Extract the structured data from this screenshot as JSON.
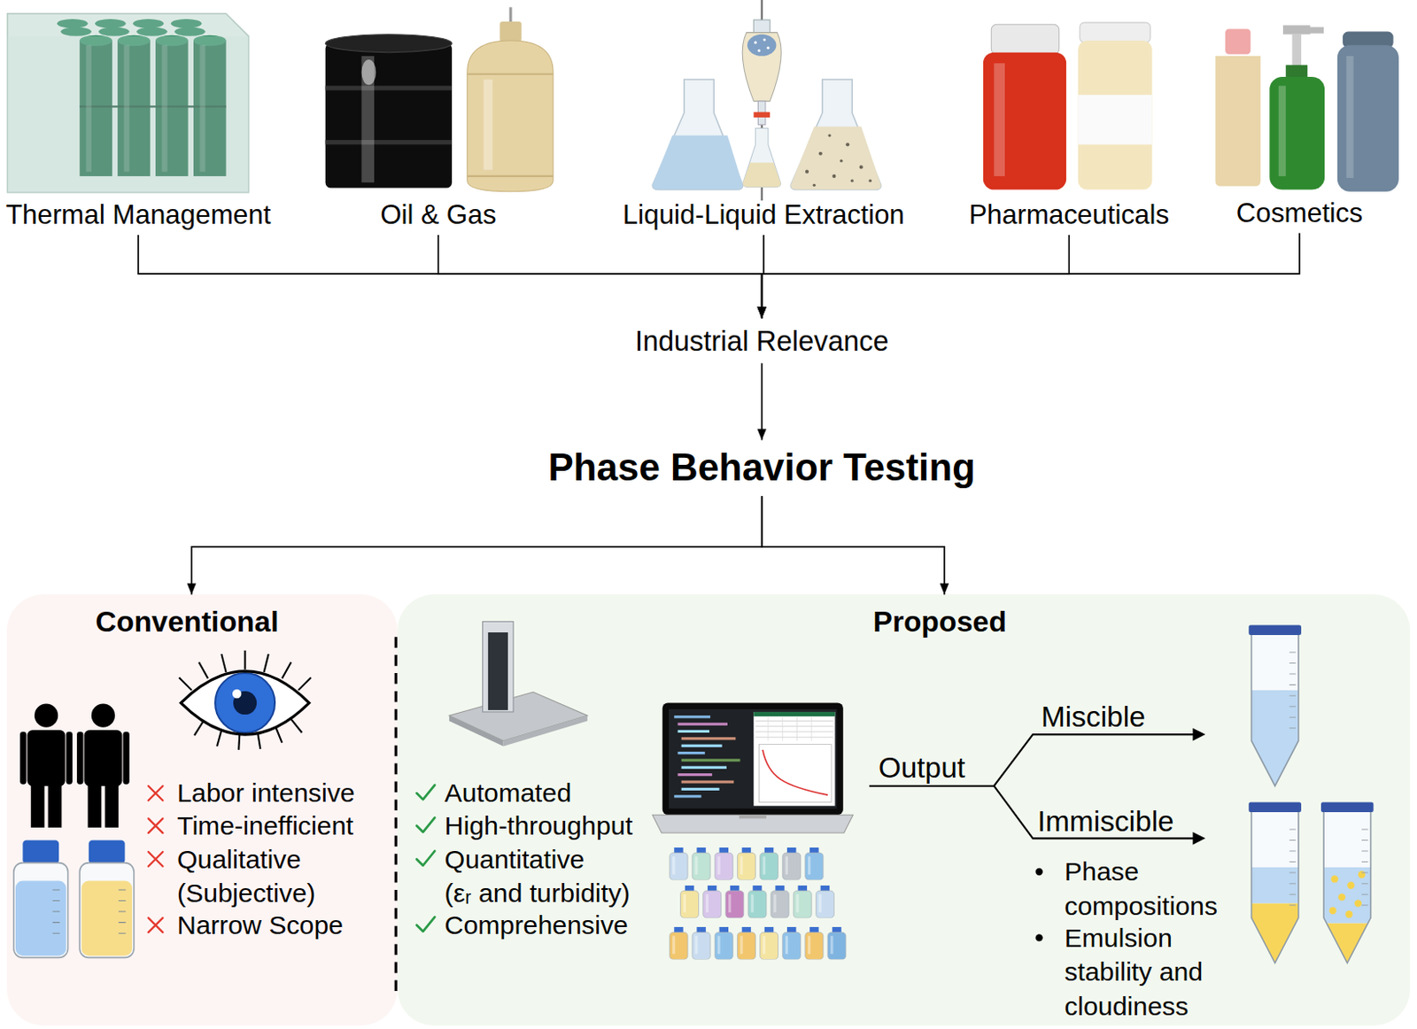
{
  "diagram": {
    "nodes": [
      {
        "text": [
          "Thermal Management"
        ]
      },
      {
        "text": [
          "Oil & Gas"
        ]
      },
      {
        "text": [
          "Liquid-Liquid Extraction"
        ]
      },
      {
        "text": [
          "Pharmaceuticals"
        ]
      },
      {
        "text": [
          "Cosmetics"
        ]
      },
      {
        "text": [
          "Industrial Relevance"
        ]
      },
      {
        "text": [
          "Phase Behavior Testing"
        ]
      },
      {
        "text": [
          "Conventional",
          "Labor intensive",
          "Time-inefficient",
          "Qualitative (Subjective)",
          "Narrow Scope"
        ]
      },
      {
        "text": [
          "Proposed",
          "Automated",
          "High-throughput",
          "Quantitative (εᵣ and turbidity)",
          "Comprehensive"
        ]
      }
    ],
    "edges": [
      {
        "from": 0,
        "to": 5,
        "arrow": "to"
      },
      {
        "from": 1,
        "to": 5,
        "arrow": "to"
      },
      {
        "from": 2,
        "to": 5,
        "arrow": "to"
      },
      {
        "from": 3,
        "to": 5,
        "arrow": "to"
      },
      {
        "from": 4,
        "to": 5,
        "arrow": "to"
      },
      {
        "from": 5,
        "to": 6,
        "arrow": "to"
      },
      {
        "from": 6,
        "to": 7,
        "arrow": "to"
      },
      {
        "from": 6,
        "to": 8,
        "arrow": "to"
      }
    ],
    "labels": [
      "Output",
      "Miscible",
      "Immiscible",
      "Phase compositions",
      "Emulsion stability and cloudiness"
    ]
  }
}
